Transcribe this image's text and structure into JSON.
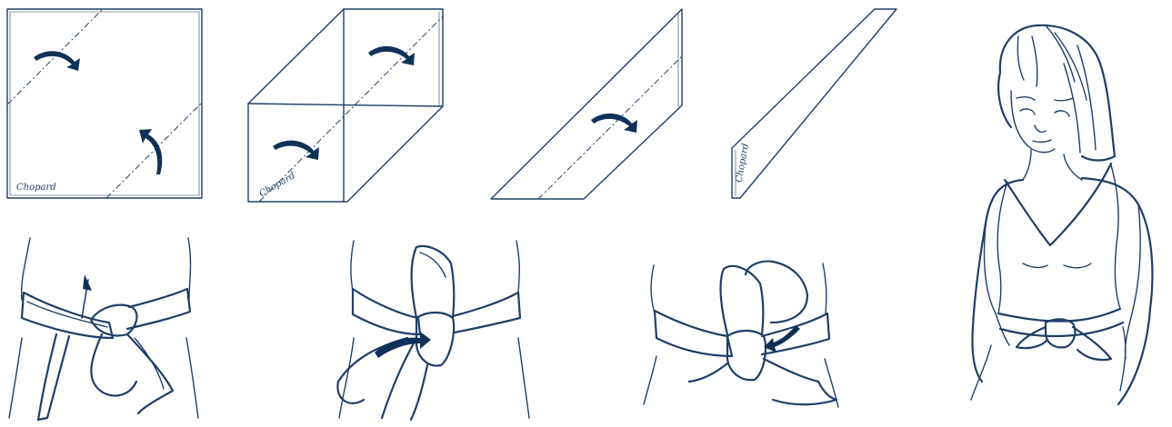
{
  "brand": {
    "signature": "Chopard",
    "line_color": "#1f3f66",
    "arrow_color": "#0f3158",
    "background": "#ffffff"
  },
  "steps": [
    {
      "kind": "fold",
      "icons": [
        "curved-arrow-icon",
        "curved-arrow-icon"
      ]
    },
    {
      "kind": "fold",
      "icons": [
        "curved-arrow-icon",
        "curved-arrow-icon"
      ]
    },
    {
      "kind": "fold",
      "icons": [
        "curved-arrow-icon"
      ]
    },
    {
      "kind": "fold",
      "icons": []
    },
    {
      "kind": "tie",
      "icons": [
        "straight-arrow-icon"
      ]
    },
    {
      "kind": "tie",
      "icons": [
        "curved-arrow-icon"
      ]
    },
    {
      "kind": "tie",
      "icons": [
        "curved-arrow-icon"
      ]
    },
    {
      "kind": "result",
      "icons": []
    }
  ]
}
